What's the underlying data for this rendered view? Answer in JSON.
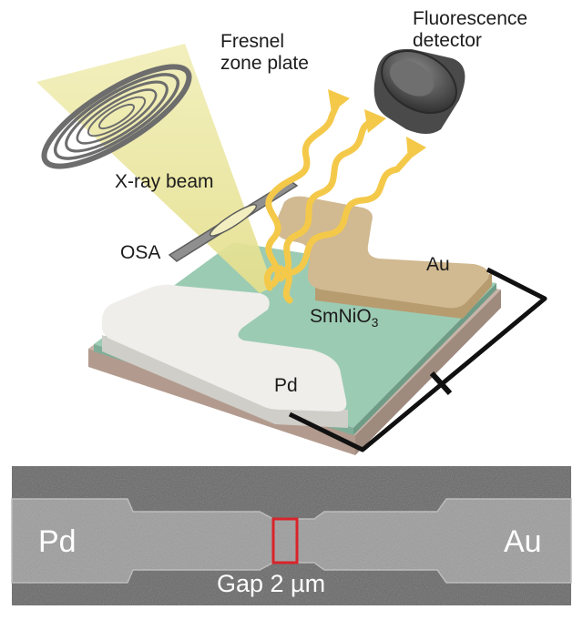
{
  "schematic": {
    "labels": {
      "fresnel": "Fresnel\nzone plate",
      "detector": "Fluorescence\ndetector",
      "beam": "X-ray beam",
      "osa": "OSA",
      "au": "Au",
      "film_main": "SmNiO",
      "film_sub": "3",
      "pd": "Pd"
    },
    "colors": {
      "beam": "#ece8a2",
      "substrate": "#b8a49a",
      "film": "#9ccbb3",
      "pd_pad": "#efeeea",
      "au_pad": "#d1b991",
      "fluorescence": "#f4c94a",
      "wire": "#111111"
    }
  },
  "sem": {
    "left_label": "Pd",
    "right_label": "Au",
    "gap_label": "Gap 2 µm",
    "marker_color": "#d8242a"
  }
}
